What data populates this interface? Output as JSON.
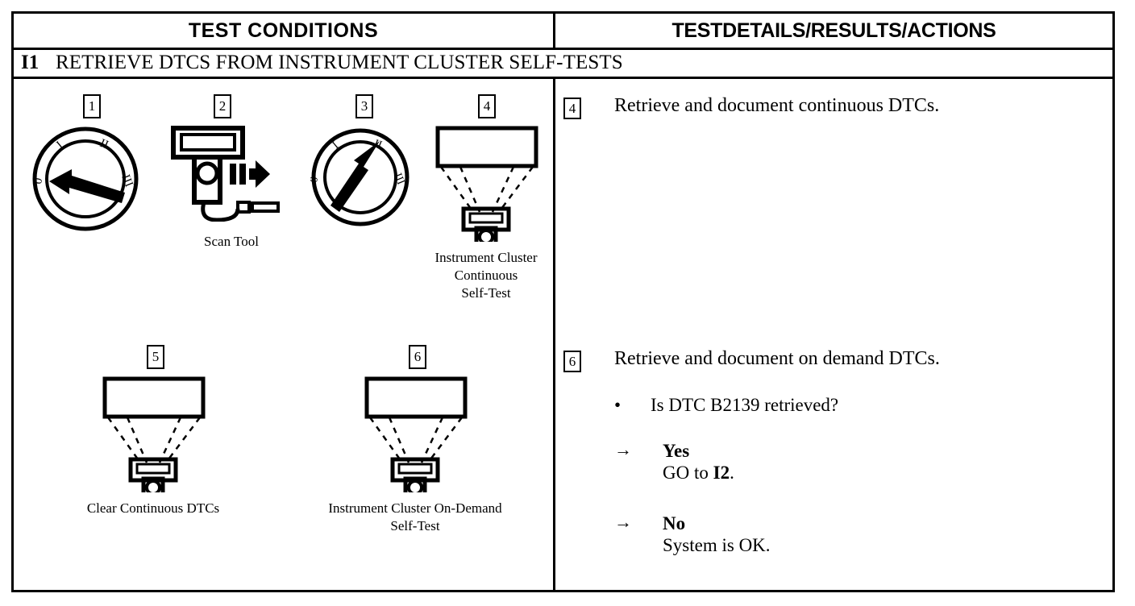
{
  "table": {
    "headers": {
      "left": "TEST CONDITIONS",
      "right": "TESTDETAILS/RESULTS/ACTIONS"
    },
    "row_title": {
      "id": "I1",
      "text": "RETRIEVE DTCS FROM INSTRUMENT CLUSTER SELF-TESTS"
    }
  },
  "test_conditions": {
    "figures": [
      {
        "number": "1",
        "icon": "ignition-switch-off-icon",
        "caption": "",
        "marks": [
          "0",
          "I",
          "II",
          "III"
        ],
        "pointer": "0"
      },
      {
        "number": "2",
        "icon": "scan-tool-icon",
        "caption": "Scan Tool"
      },
      {
        "number": "3",
        "icon": "ignition-switch-run-icon",
        "caption": "",
        "marks": [
          "0",
          "I",
          "II",
          "III"
        ],
        "pointer": "II"
      },
      {
        "number": "4",
        "icon": "instrument-cluster-scan-tool-icon",
        "caption": "Instrument Cluster\nContinuous\nSelf-Test"
      },
      {
        "number": "5",
        "icon": "instrument-cluster-scan-tool-icon",
        "caption": "Clear Continuous DTCs"
      },
      {
        "number": "6",
        "icon": "instrument-cluster-scan-tool-icon",
        "caption": "Instrument Cluster On-Demand\nSelf-Test"
      }
    ]
  },
  "test_details": {
    "steps": [
      {
        "number": "4",
        "text": "Retrieve and document continuous DTCs."
      },
      {
        "number": "6",
        "text": "Retrieve and document on demand DTCs.",
        "bullet_symbol": "•",
        "bullet": "Is DTC B2139 retrieved?",
        "answers": [
          {
            "arrow": "→",
            "label": "Yes",
            "sub_prefix": "GO to ",
            "sub_bold": "I2",
            "sub_suffix": "."
          },
          {
            "arrow": "→",
            "label": "No",
            "sub_prefix": "System is OK.",
            "sub_bold": "",
            "sub_suffix": ""
          }
        ]
      }
    ]
  },
  "colors": {
    "ink": "#000000",
    "paper": "#ffffff"
  }
}
